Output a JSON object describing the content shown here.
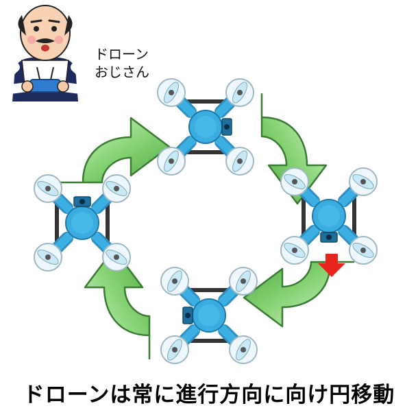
{
  "character": {
    "label_line1": "ドローン",
    "label_line2": "おじさん",
    "icon": "old-man-with-remote-controller-icon"
  },
  "caption": "ドローンは常に進行方向に向け円移動",
  "colors": {
    "arrow_fill": "#7ccf6a",
    "arrow_light": "#d9f5cf",
    "arrow_stroke": "#3c7d33",
    "drone_body": "#35a7d9",
    "drone_dark": "#1f77a8",
    "propeller": "#bfe6f5",
    "direction_arrow": "#e8231e"
  },
  "icons": {
    "cycle_arrow": "curved-green-arrow-icon",
    "drone": "quadcopter-drone-icon",
    "direction": "red-down-arrow-icon"
  }
}
